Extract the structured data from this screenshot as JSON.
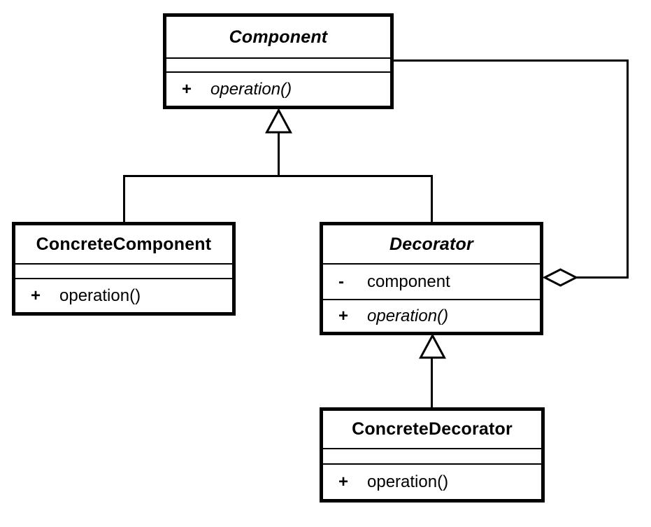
{
  "diagram": {
    "kind": "uml-class-diagram",
    "colors": {
      "line": "#000000",
      "background": "#ffffff",
      "box_fill": "#ffffff"
    },
    "classes": [
      {
        "name": "Component",
        "abstract": true,
        "attributes": [],
        "methods": [
          {
            "visibility": "+",
            "signature": "operation()",
            "abstract": true
          }
        ]
      },
      {
        "name": "ConcreteComponent",
        "abstract": false,
        "attributes": [],
        "methods": [
          {
            "visibility": "+",
            "signature": "operation()",
            "abstract": false
          }
        ]
      },
      {
        "name": "Decorator",
        "abstract": true,
        "attributes": [
          {
            "visibility": "-",
            "name": "component"
          }
        ],
        "methods": [
          {
            "visibility": "+",
            "signature": "operation()",
            "abstract": true
          }
        ]
      },
      {
        "name": "ConcreteDecorator",
        "abstract": false,
        "attributes": [],
        "methods": [
          {
            "visibility": "+",
            "signature": "operation()",
            "abstract": false
          }
        ]
      }
    ],
    "relationships": [
      {
        "type": "generalization",
        "from": "ConcreteComponent",
        "to": "Component"
      },
      {
        "type": "generalization",
        "from": "Decorator",
        "to": "Component"
      },
      {
        "type": "generalization",
        "from": "ConcreteDecorator",
        "to": "Decorator"
      },
      {
        "type": "aggregation",
        "owner": "Decorator",
        "part": "Component"
      }
    ]
  }
}
